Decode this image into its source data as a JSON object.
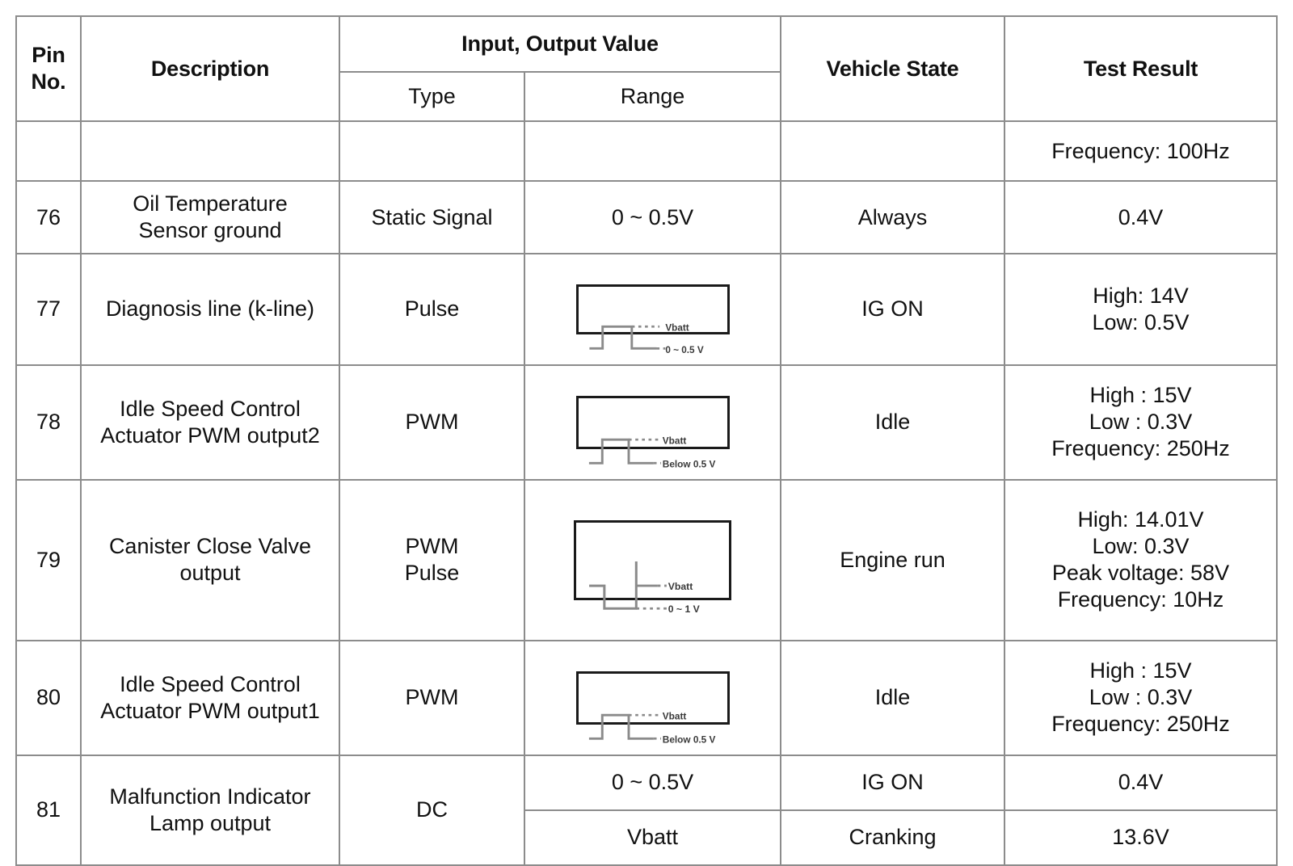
{
  "table": {
    "headers": {
      "pin_no": "Pin\nNo.",
      "description": "Description",
      "input_output_value": "Input, Output Value",
      "type": "Type",
      "range": "Range",
      "vehicle_state": "Vehicle State",
      "test_result": "Test Result"
    },
    "rows": [
      {
        "pin": "",
        "description": "",
        "type": "",
        "range": "",
        "vehicle_state": "",
        "test_result": "Frequency: 100Hz",
        "range_kind": "text"
      },
      {
        "pin": "76",
        "description": "Oil Temperature\nSensor ground",
        "type": "Static Signal",
        "range": "0 ~ 0.5V",
        "vehicle_state": "Always",
        "test_result": "0.4V",
        "range_kind": "text"
      },
      {
        "pin": "77",
        "description": "Diagnosis line (k-line)",
        "type": "Pulse",
        "range": "",
        "vehicle_state": "IG ON",
        "test_result": "High: 14V\nLow: 0.5V",
        "range_kind": "waveform",
        "waveform": {
          "shape": "rising-pulse",
          "high_label": "Vbatt",
          "low_label": "0 ~ 0.5 V"
        }
      },
      {
        "pin": "78",
        "description": "Idle Speed Control\nActuator PWM output2",
        "type": "PWM",
        "range": "",
        "vehicle_state": "Idle",
        "test_result": "High : 15V\nLow : 0.3V\nFrequency: 250Hz",
        "range_kind": "waveform",
        "waveform": {
          "shape": "rising-pulse",
          "high_label": "Vbatt",
          "low_label": "Below 0.5 V"
        }
      },
      {
        "pin": "79",
        "description": "Canister Close Valve\noutput",
        "type": "PWM\nPulse",
        "range": "",
        "vehicle_state": "Engine run",
        "test_result": "High: 14.01V\nLow: 0.3V\nPeak voltage: 58V\nFrequency: 10Hz",
        "range_kind": "waveform",
        "waveform": {
          "shape": "falling-pulse-with-spike",
          "high_label": "Vbatt",
          "low_label": "0 ~ 1 V"
        }
      },
      {
        "pin": "80",
        "description": "Idle Speed Control\nActuator PWM output1",
        "type": "PWM",
        "range": "",
        "vehicle_state": "Idle",
        "test_result": "High : 15V\nLow : 0.3V\nFrequency: 250Hz",
        "range_kind": "waveform",
        "waveform": {
          "shape": "rising-pulse",
          "high_label": "Vbatt",
          "low_label": "Below 0.5 V"
        }
      },
      {
        "pin": "81",
        "description": "Malfunction Indicator\nLamp output",
        "type": "DC",
        "range_kind": "split",
        "sub_rows": [
          {
            "range": "0 ~ 0.5V",
            "vehicle_state": "IG ON",
            "test_result": "0.4V"
          },
          {
            "range": "Vbatt",
            "vehicle_state": "Cranking",
            "test_result": "13.6V"
          }
        ]
      }
    ]
  },
  "colors": {
    "grid_line": "#8c8c8c",
    "text": "#111111",
    "waveform_stroke": "#8b8b8b",
    "waveform_box_border": "#1a1a1a",
    "background": "#ffffff"
  }
}
